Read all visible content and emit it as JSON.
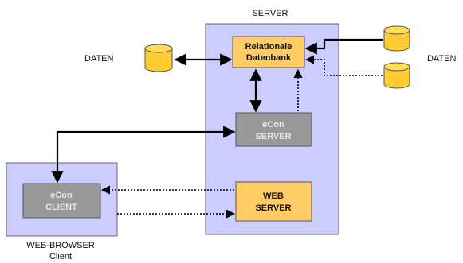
{
  "labels": {
    "server": "SERVER",
    "daten_left": "DATEN",
    "daten_right": "DATEN",
    "browser_line1": "WEB-BROWSER",
    "browser_line2": "Client"
  },
  "boxes": {
    "rdb_line1": "Relationale",
    "rdb_line2": "Datenbank",
    "econ_server_line1": "eCon",
    "econ_server_line2": "SERVER",
    "web_server_line1": "WEB",
    "web_server_line2": "SERVER",
    "econ_client_line1": "eCon",
    "econ_client_line2": "CLIENT"
  },
  "colors": {
    "server_region": "#ccccff",
    "client_region": "#ccccff",
    "orange_box": "#ffcc66",
    "gray_box": "#999999",
    "cylinder": "#ffcc33",
    "line": "#000000"
  }
}
